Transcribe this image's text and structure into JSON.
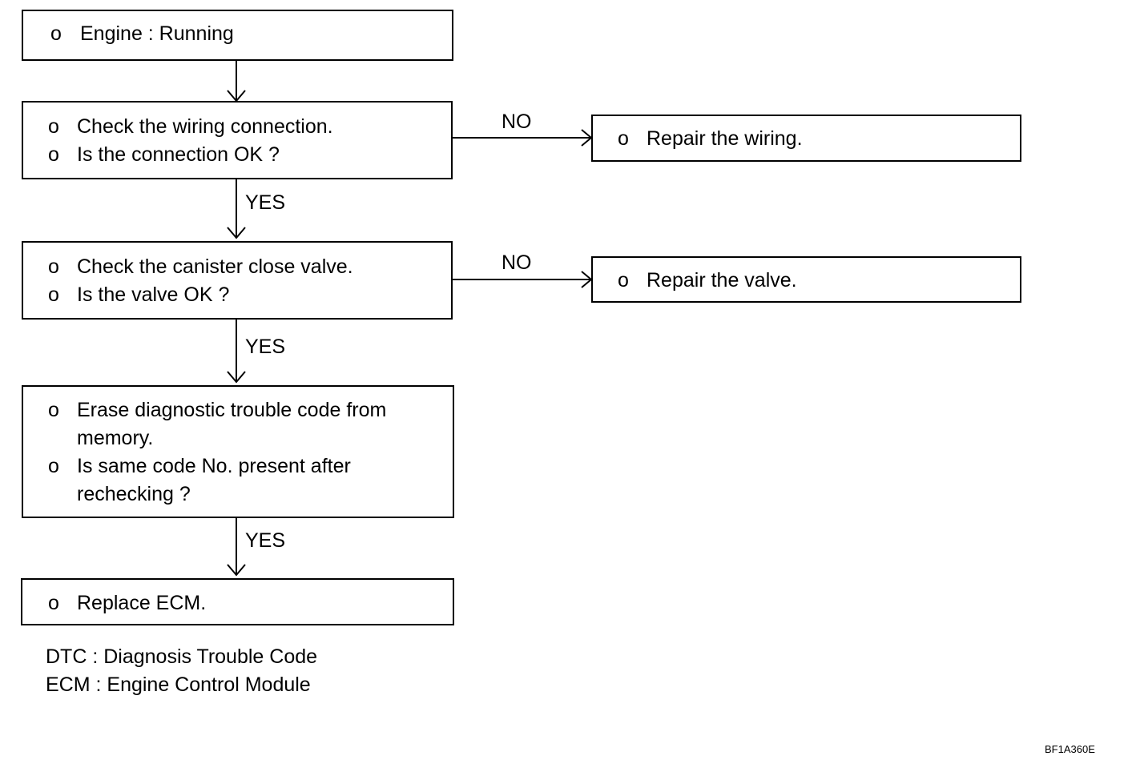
{
  "flow": {
    "bullet": "o",
    "start": {
      "line1": "Engine : Running"
    },
    "step1": {
      "line1": "Check the wiring connection.",
      "line2": "Is the connection OK ?"
    },
    "step1_no": {
      "line1": "Repair the wiring."
    },
    "step2": {
      "line1": "Check the canister close valve.",
      "line2": "Is the valve OK ?"
    },
    "step2_no": {
      "line1": "Repair the valve."
    },
    "step3": {
      "line1": "Erase diagnostic trouble code from memory.",
      "line2": "Is same code No. present after rechecking ?"
    },
    "end": {
      "line1": "Replace ECM."
    }
  },
  "labels": {
    "no": "NO",
    "yes": "YES"
  },
  "legend": {
    "dtc": "DTC : Diagnosis Trouble Code",
    "ecm": "ECM : Engine Control Module"
  },
  "figure_id": "BF1A360E"
}
